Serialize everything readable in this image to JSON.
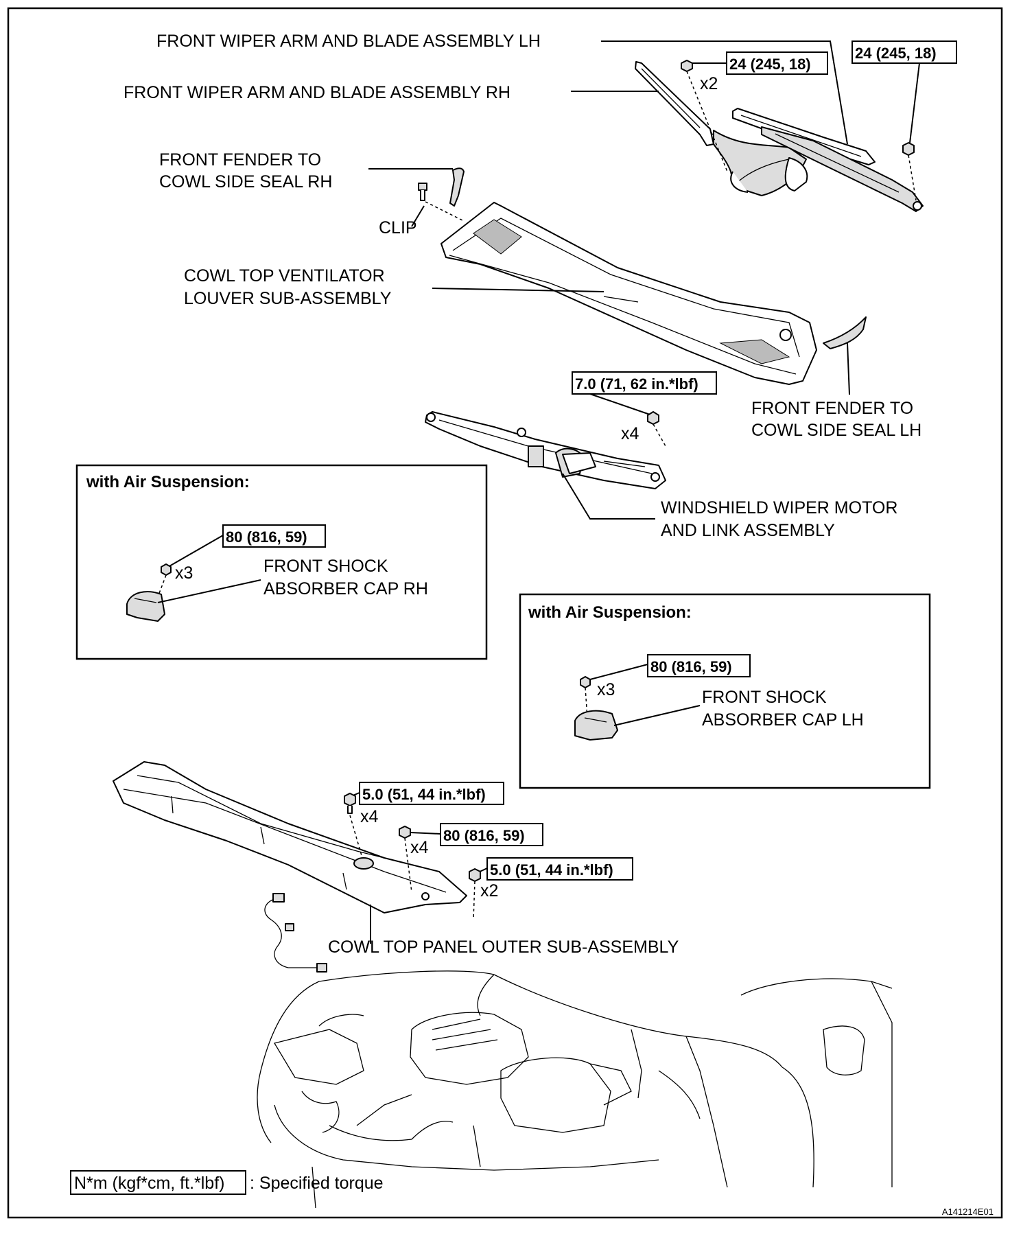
{
  "labels": {
    "wiper_lh": "FRONT WIPER ARM AND BLADE ASSEMBLY LH",
    "wiper_rh": "FRONT WIPER ARM AND BLADE ASSEMBLY RH",
    "seal_rh_1": "FRONT FENDER TO",
    "seal_rh_2": "COWL SIDE SEAL RH",
    "clip": "CLIP",
    "louver_1": "COWL TOP VENTILATOR",
    "louver_2": "LOUVER SUB-ASSEMBLY",
    "seal_lh_1": "FRONT FENDER TO",
    "seal_lh_2": "COWL SIDE SEAL LH",
    "motor_1": "WINDSHIELD WIPER MOTOR",
    "motor_2": "AND LINK ASSEMBLY",
    "cap_rh_1": "FRONT SHOCK",
    "cap_rh_2": "ABSORBER CAP RH",
    "cap_lh_1": "FRONT SHOCK",
    "cap_lh_2": "ABSORBER CAP LH",
    "cowl_outer": "COWL TOP PANEL OUTER SUB-ASSEMBLY"
  },
  "air_suspension": {
    "title_left": "with Air Suspension:",
    "title_right": "with Air Suspension:"
  },
  "torques": {
    "wiper_nut_a": "24 (245, 18)",
    "wiper_nut_b": "24 (245, 18)",
    "motor_bolt": "7.0 (71, 62 in.*lbf)",
    "cap_rh": "80 (816, 59)",
    "cap_lh": "80 (816, 59)",
    "outer_a": "5.0 (51, 44 in.*lbf)",
    "outer_b": "80 (816, 59)",
    "outer_c": "5.0 (51, 44 in.*lbf)"
  },
  "quantities": {
    "wiper_nut": "x2",
    "motor_bolt": "x4",
    "cap_rh": "x3",
    "cap_lh": "x3",
    "outer_a": "x4",
    "outer_b": "x4",
    "outer_c": "x2"
  },
  "legend": {
    "unit": "N*m (kgf*cm, ft.*lbf)",
    "desc": ": Specified torque"
  },
  "figure_id": "A141214E01"
}
